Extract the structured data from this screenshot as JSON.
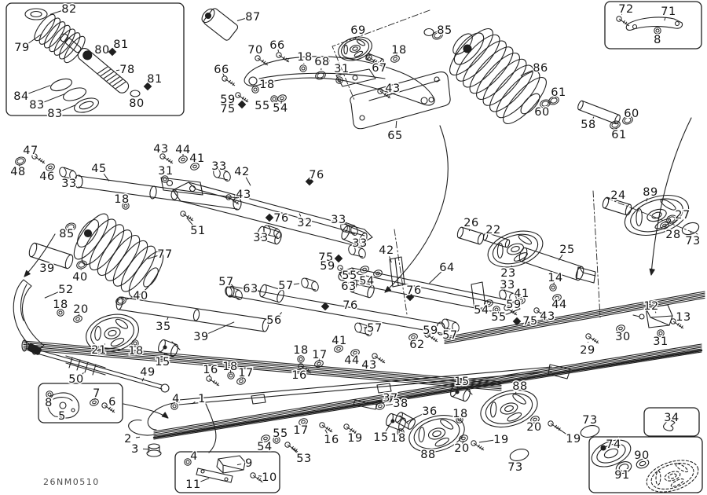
{
  "meta": {
    "code": "26NM0510",
    "description": "Rear suspension exploded parts diagram"
  },
  "colors": {
    "background": "#ffffff",
    "line": "#1f1f1f",
    "label": "#141414",
    "code": "#4a4a4a"
  },
  "callout_columns": [
    "label",
    "x",
    "y",
    "glyph",
    "tx",
    "ty"
  ],
  "callouts": [
    [
      "82",
      88,
      11,
      "leader",
      62,
      19
    ],
    [
      "79",
      28,
      60,
      "leader",
      55,
      42
    ],
    [
      "80",
      130,
      63,
      "leader",
      124,
      72
    ],
    [
      "81",
      154,
      56,
      "diamond",
      143,
      66
    ],
    [
      "78",
      162,
      88,
      "leader",
      146,
      90
    ],
    [
      "81",
      197,
      100,
      "diamond",
      188,
      110
    ],
    [
      "80",
      174,
      131,
      "leader",
      172,
      120
    ],
    [
      "84",
      27,
      122,
      "leader",
      66,
      108
    ],
    [
      "83",
      47,
      133,
      "leader",
      84,
      119
    ],
    [
      "83",
      70,
      144,
      "leader",
      98,
      133
    ],
    [
      "87",
      322,
      21,
      "leader",
      300,
      27
    ],
    [
      "70",
      325,
      63,
      "bolt",
      328,
      74
    ],
    [
      "66",
      353,
      57,
      "bolt",
      355,
      70
    ],
    [
      "18",
      388,
      72,
      "nut",
      386,
      87
    ],
    [
      "68",
      410,
      78,
      "ring",
      408,
      96
    ],
    [
      "31",
      435,
      87,
      "nut",
      432,
      102
    ],
    [
      "69",
      456,
      38,
      "leader",
      452,
      52
    ],
    [
      "18",
      508,
      63,
      "washer",
      503,
      75
    ],
    [
      "67",
      483,
      86,
      "bolt",
      470,
      73
    ],
    [
      "66",
      282,
      88,
      "bolt",
      286,
      100
    ],
    [
      "18",
      340,
      107,
      "nut",
      325,
      114
    ],
    [
      "43",
      500,
      112,
      "bolt",
      484,
      116
    ],
    [
      "59",
      290,
      126,
      "bolt",
      303,
      121
    ],
    [
      "75",
      290,
      138,
      "diamond",
      308,
      133
    ],
    [
      "55",
      334,
      134,
      "nut",
      349,
      126
    ],
    [
      "54",
      357,
      137,
      "washer",
      359,
      125
    ],
    [
      "65",
      503,
      172,
      "leader",
      505,
      152
    ],
    [
      "85",
      566,
      38,
      "ring",
      557,
      45
    ],
    [
      "86",
      688,
      86,
      "leader",
      661,
      97
    ],
    [
      "72",
      797,
      11,
      "bolt",
      788,
      24
    ],
    [
      "71",
      851,
      14,
      "leader",
      845,
      28
    ],
    [
      "8",
      837,
      50,
      "nut",
      837,
      39
    ],
    [
      "61",
      711,
      117,
      "ring",
      705,
      128
    ],
    [
      "60",
      690,
      142,
      "ring",
      694,
      132
    ],
    [
      "58",
      749,
      158,
      "leader",
      757,
      147
    ],
    [
      "60",
      804,
      144,
      "ring",
      799,
      153
    ],
    [
      "61",
      788,
      171,
      "ring",
      783,
      159
    ],
    [
      "47",
      39,
      191,
      "bolt",
      44,
      199
    ],
    [
      "48",
      23,
      218,
      "ring",
      26,
      205
    ],
    [
      "46",
      60,
      224,
      "washer",
      64,
      213
    ],
    [
      "33",
      88,
      233,
      "bush",
      80,
      219
    ],
    [
      "45",
      126,
      214,
      "leader",
      140,
      232
    ],
    [
      "18",
      155,
      253,
      "nut",
      160,
      262
    ],
    [
      "43",
      205,
      189,
      "bolt",
      207,
      199
    ],
    [
      "44",
      233,
      190,
      "washer",
      233,
      203
    ],
    [
      "41",
      251,
      201,
      "washer",
      248,
      212
    ],
    [
      "31",
      211,
      217,
      "nut",
      210,
      228
    ],
    [
      "33",
      279,
      211,
      "bush",
      276,
      220
    ],
    [
      "51",
      252,
      293,
      "bolt",
      233,
      272
    ],
    [
      "85",
      85,
      297,
      "ring",
      90,
      289
    ],
    [
      "77",
      210,
      323,
      "leader",
      186,
      330
    ],
    [
      "42",
      308,
      218,
      "leader",
      320,
      238
    ],
    [
      "43",
      310,
      247,
      "bolt",
      291,
      251
    ],
    [
      "76",
      403,
      222,
      "diamond",
      394,
      231
    ],
    [
      "76",
      358,
      277,
      "diamond",
      343,
      277
    ],
    [
      "32",
      388,
      283,
      "leader",
      380,
      270
    ],
    [
      "33",
      332,
      302,
      "bush",
      340,
      293
    ],
    [
      "33",
      431,
      279,
      "bush",
      438,
      289
    ],
    [
      "26",
      600,
      283,
      "leader",
      597,
      296
    ],
    [
      "33",
      458,
      309,
      "bush",
      448,
      318
    ],
    [
      "42",
      492,
      318,
      "leader",
      499,
      336
    ],
    [
      "75",
      415,
      327,
      "diamond",
      431,
      329
    ],
    [
      "59",
      417,
      338,
      "bolt",
      433,
      341
    ],
    [
      "55",
      445,
      350,
      "washer",
      464,
      343
    ],
    [
      "54",
      467,
      357,
      "washer",
      481,
      348
    ],
    [
      "63",
      444,
      364,
      "leader",
      455,
      368
    ],
    [
      "63",
      319,
      367,
      "leader",
      335,
      372
    ],
    [
      "64",
      569,
      340,
      "leader",
      545,
      362
    ],
    [
      "24",
      787,
      248,
      "leader",
      783,
      259
    ],
    [
      "89",
      828,
      244,
      "leader",
      822,
      258
    ],
    [
      "27",
      869,
      273,
      "ring",
      855,
      279
    ],
    [
      "28",
      857,
      298,
      "washer",
      846,
      287
    ],
    [
      "73",
      882,
      306,
      "leader",
      879,
      293
    ],
    [
      "22",
      628,
      292,
      "leader",
      625,
      303
    ],
    [
      "25",
      722,
      317,
      "leader",
      710,
      333
    ],
    [
      "23",
      647,
      347,
      "leader",
      652,
      336
    ],
    [
      "14",
      707,
      353,
      "nut",
      704,
      366
    ],
    [
      "33",
      646,
      362,
      "bush",
      640,
      375
    ],
    [
      "41",
      664,
      373,
      "washer",
      663,
      383
    ],
    [
      "59",
      654,
      387,
      "bolt",
      645,
      392
    ],
    [
      "54",
      613,
      394,
      "washer",
      622,
      386
    ],
    [
      "55",
      635,
      403,
      "nut",
      632,
      394
    ],
    [
      "75",
      675,
      408,
      "diamond",
      658,
      409
    ],
    [
      "43",
      697,
      402,
      "bolt",
      683,
      395
    ],
    [
      "44",
      712,
      387,
      "washer",
      709,
      379
    ],
    [
      "12",
      829,
      389,
      "leader",
      836,
      400
    ],
    [
      "13",
      870,
      403,
      "bolt",
      857,
      409
    ],
    [
      "30",
      793,
      428,
      "washer",
      790,
      418
    ],
    [
      "31",
      841,
      434,
      "nut",
      841,
      424
    ],
    [
      "29",
      748,
      445,
      "bolt",
      749,
      428
    ],
    [
      "57",
      288,
      358,
      "bush",
      291,
      371
    ],
    [
      "57",
      364,
      363,
      "bush",
      388,
      360
    ],
    [
      "76",
      446,
      388,
      "diamond",
      414,
      390
    ],
    [
      "76",
      527,
      369,
      "diamond",
      522,
      378
    ],
    [
      "56",
      349,
      407,
      "leader",
      360,
      396
    ],
    [
      "57",
      477,
      417,
      "bush",
      456,
      417
    ],
    [
      "41",
      432,
      433,
      "washer",
      431,
      444
    ],
    [
      "59",
      548,
      420,
      "bolt",
      544,
      426
    ],
    [
      "62",
      531,
      438,
      "washer",
      526,
      429
    ],
    [
      "57",
      573,
      426,
      "bush",
      567,
      412
    ],
    [
      "44",
      448,
      458,
      "washer",
      452,
      449
    ],
    [
      "43",
      470,
      464,
      "bolt",
      477,
      453
    ],
    [
      "18",
      383,
      445,
      "nut",
      383,
      457
    ],
    [
      "17",
      407,
      451,
      "washer",
      406,
      463
    ],
    [
      "16",
      381,
      477,
      "bolt",
      383,
      466
    ],
    [
      "18",
      293,
      466,
      "nut",
      294,
      478
    ],
    [
      "17",
      313,
      474,
      "washer",
      307,
      485
    ],
    [
      "16",
      268,
      470,
      "bolt",
      266,
      482
    ],
    [
      "39",
      60,
      341,
      "leader",
      62,
      330
    ],
    [
      "40",
      102,
      352,
      "ring",
      104,
      337
    ],
    [
      "52",
      84,
      368,
      "leader",
      55,
      380
    ],
    [
      "18",
      77,
      387,
      "nut",
      77,
      398
    ],
    [
      "20",
      103,
      393,
      "washer",
      99,
      406
    ],
    [
      "40",
      179,
      376,
      "ring",
      154,
      383
    ],
    [
      "35",
      208,
      415,
      "leader",
      215,
      402
    ],
    [
      "39",
      256,
      428,
      "leader",
      300,
      409
    ],
    [
      "21",
      126,
      445,
      "leader",
      135,
      436
    ],
    [
      "18",
      173,
      446,
      "nut",
      172,
      437
    ],
    [
      "15",
      207,
      460,
      "leader",
      210,
      447
    ],
    [
      "49",
      188,
      473,
      "leader",
      180,
      487
    ],
    [
      "50",
      97,
      482,
      "leader",
      108,
      473
    ],
    [
      "1",
      257,
      507,
      "leader",
      243,
      515
    ],
    [
      "4",
      224,
      507,
      "nut",
      222,
      517
    ],
    [
      "2",
      163,
      558,
      "leader",
      180,
      556
    ],
    [
      "3",
      172,
      571,
      "leader",
      193,
      572
    ],
    [
      "7",
      123,
      500,
      "washer",
      120,
      512
    ],
    [
      "8",
      62,
      512,
      "nut",
      63,
      502
    ],
    [
      "5",
      79,
      529,
      "leader",
      80,
      520
    ],
    [
      "6",
      143,
      511,
      "bolt",
      133,
      516
    ],
    [
      "55",
      357,
      551,
      "nut",
      352,
      560
    ],
    [
      "54",
      337,
      568,
      "washer",
      338,
      558
    ],
    [
      "53",
      387,
      583,
      "bolt",
      366,
      566
    ],
    [
      "17",
      383,
      547,
      "washer",
      386,
      537
    ],
    [
      "16",
      422,
      559,
      "bolt",
      410,
      541
    ],
    [
      "19",
      452,
      557,
      "bolt",
      441,
      543
    ],
    [
      "37",
      497,
      506,
      "leader",
      470,
      514
    ],
    [
      "38",
      510,
      513,
      "washer",
      484,
      517
    ],
    [
      "36",
      547,
      523,
      "leader",
      516,
      538
    ],
    [
      "18",
      586,
      526,
      "nut",
      585,
      534
    ],
    [
      "15",
      588,
      485,
      "leader",
      583,
      498
    ],
    [
      "15",
      485,
      556,
      "leader",
      497,
      540
    ],
    [
      "18",
      507,
      557,
      "nut",
      510,
      550
    ],
    [
      "88",
      545,
      578,
      "leader",
      548,
      568
    ],
    [
      "20",
      588,
      570,
      "washer",
      590,
      558
    ],
    [
      "19",
      638,
      559,
      "bolt",
      603,
      564
    ],
    [
      "73",
      656,
      594,
      "leader",
      660,
      585
    ],
    [
      "88",
      662,
      491,
      "leader",
      655,
      503
    ],
    [
      "20",
      680,
      543,
      "washer",
      681,
      534
    ],
    [
      "19",
      730,
      558,
      "bolt",
      701,
      539
    ],
    [
      "73",
      751,
      534,
      "leader",
      752,
      543
    ],
    [
      "4",
      247,
      580,
      "nut",
      239,
      588
    ],
    [
      "9",
      317,
      589,
      "leader",
      300,
      592
    ],
    [
      "11",
      246,
      616,
      "leader",
      268,
      608
    ],
    [
      "10",
      343,
      607,
      "bolt",
      322,
      605
    ],
    [
      "34",
      855,
      531,
      "leader",
      852,
      541
    ],
    [
      "74",
      781,
      565,
      "leader",
      778,
      573
    ],
    [
      "90",
      817,
      579,
      "leader",
      818,
      589
    ],
    [
      "91",
      792,
      604,
      "leader",
      793,
      598
    ]
  ]
}
